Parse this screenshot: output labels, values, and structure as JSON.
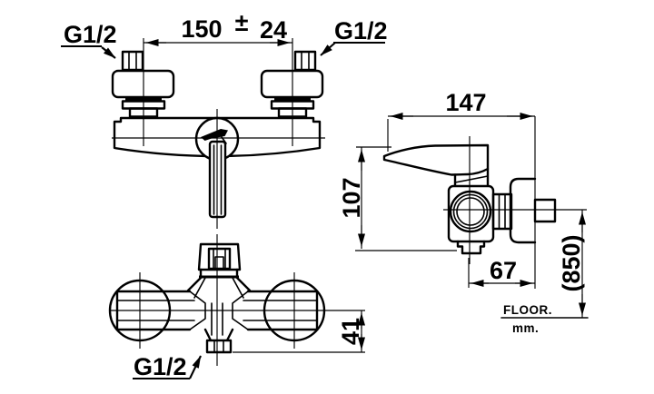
{
  "colors": {
    "background": "#ffffff",
    "line": "#000000"
  },
  "front_view": {
    "inlet_label_left": "G1/2",
    "inlet_label_right": "G1/2",
    "width_dim_value": "150",
    "width_dim_sign": "±",
    "width_dim_tolerance": "24"
  },
  "side_view": {
    "depth_dim": "147",
    "height_dim": "107",
    "outlet_offset_dim": "67",
    "install_height_dim": "(850)",
    "floor_label": "FLOOR.",
    "unit_label": "mm."
  },
  "bottom_view": {
    "outlet_label": "G1/2",
    "outlet_height_dim": "41"
  }
}
